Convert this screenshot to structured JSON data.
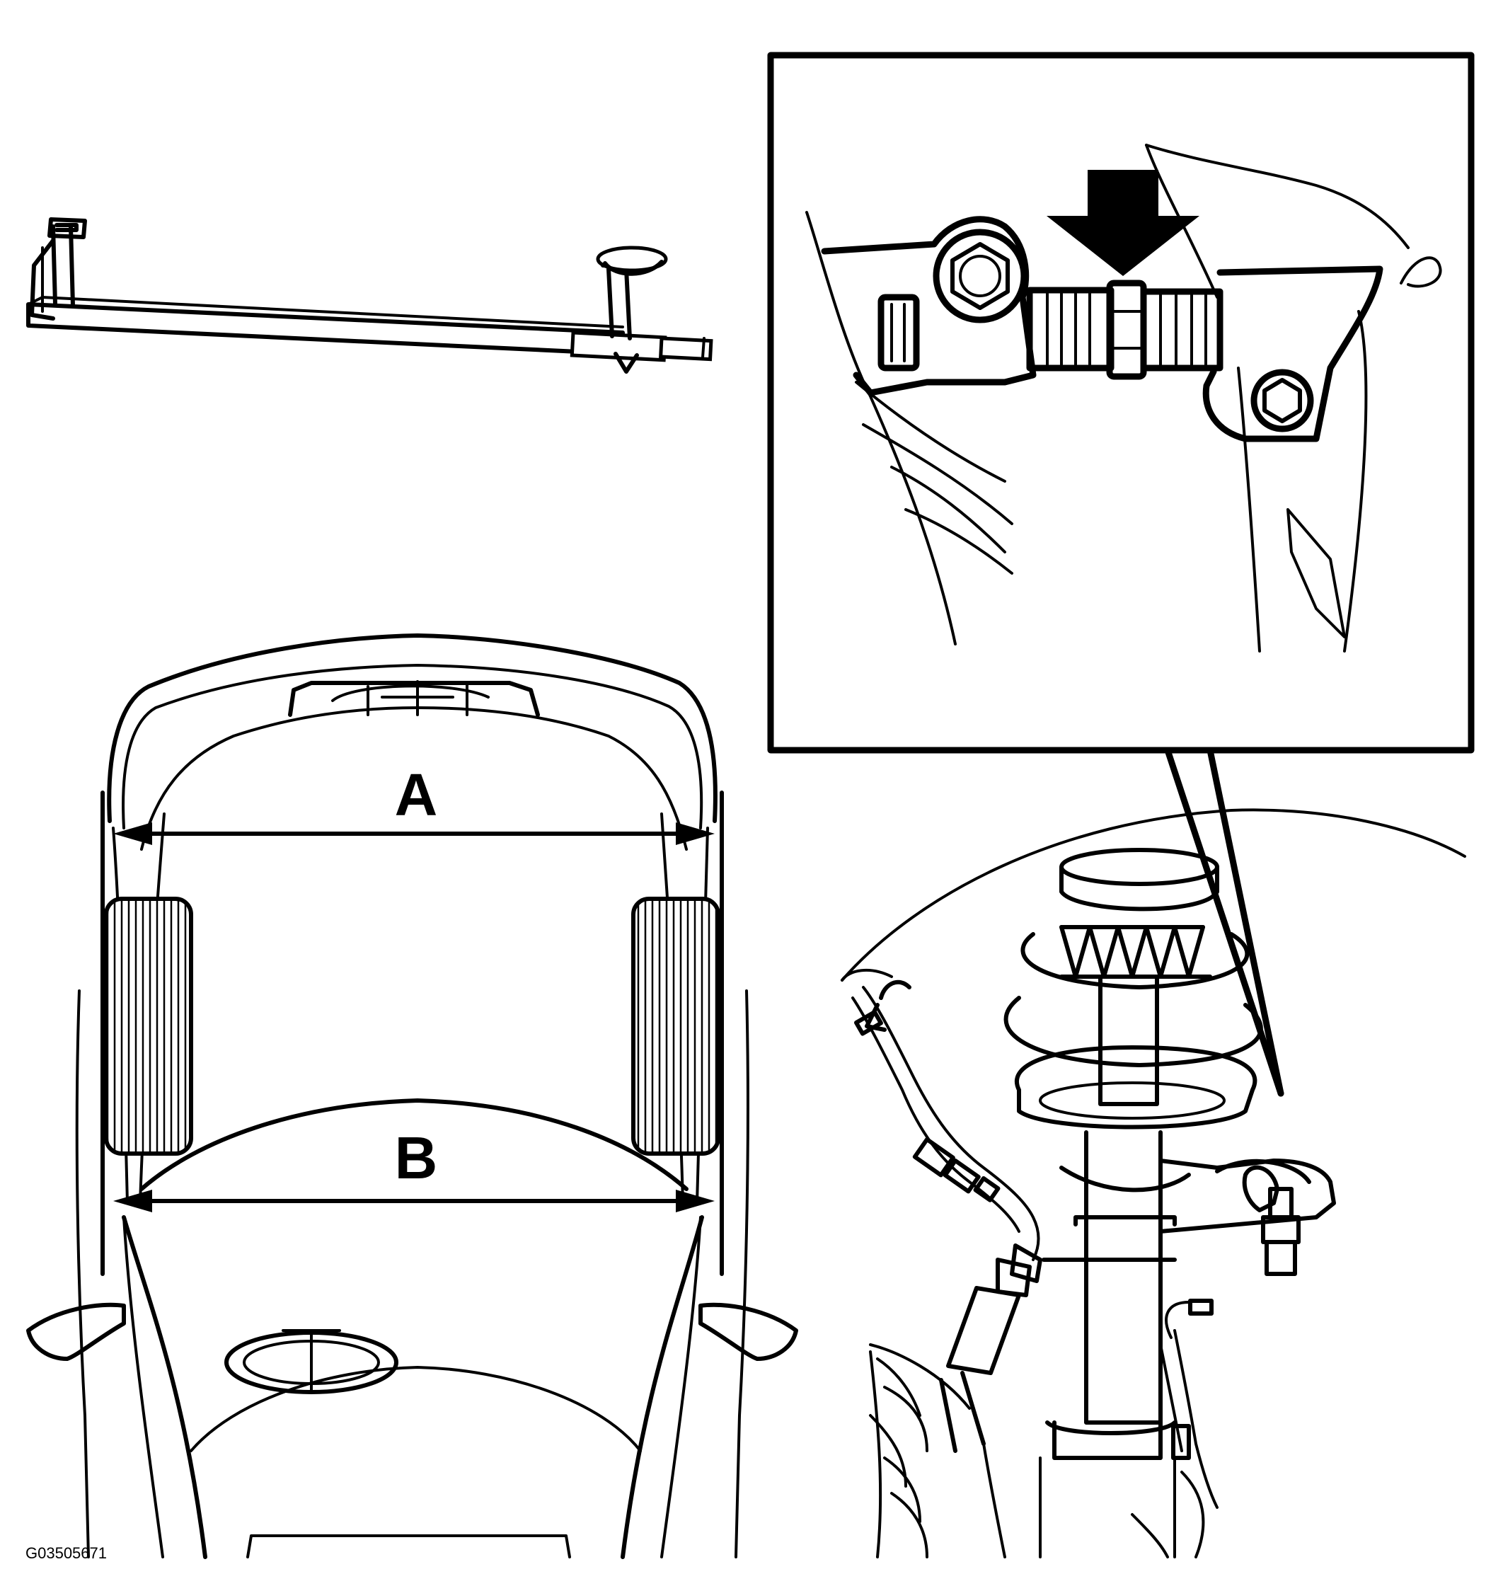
{
  "labels": {
    "dimension_a": "A",
    "dimension_b": "B"
  },
  "figure_code": "G03505671",
  "colors": {
    "ink": "#000000",
    "paper": "#ffffff"
  }
}
